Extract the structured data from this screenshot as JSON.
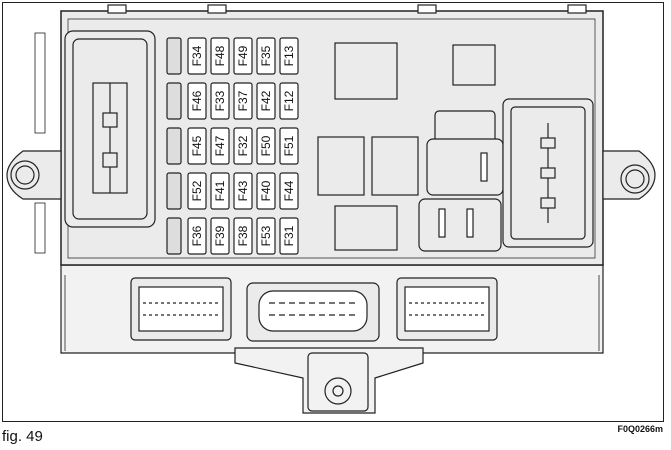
{
  "figure": {
    "caption": "fig. 49",
    "code": "F0Q0266m"
  },
  "fuse_columns": [
    [
      "F34",
      "F46",
      "F45",
      "F52",
      "F36"
    ],
    [
      "F48",
      "F33",
      "F47",
      "F41",
      "F39"
    ],
    [
      "F49",
      "F37",
      "F32",
      "F43",
      "F38"
    ],
    [
      "F35",
      "F42",
      "F50",
      "F40",
      "F53"
    ],
    [
      "F13",
      "F12",
      "F51",
      "F44",
      "F31"
    ]
  ]
}
